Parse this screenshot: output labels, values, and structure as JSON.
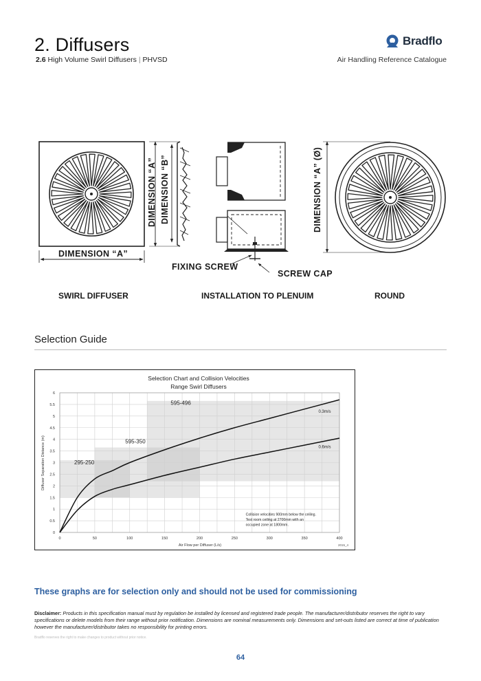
{
  "header": {
    "title": "2. Diffusers",
    "section_number": "2.6",
    "section_name": "High Volume Swirl Diffusers",
    "separator": "|",
    "product_code": "PHVSD",
    "brand": "Bradflo",
    "catalogue": "Air Handling Reference Catalogue"
  },
  "drawings": {
    "dim_a_bottom": "DIMENSION “A”",
    "dim_a_vertical": "DIMENSION “A”",
    "dim_b_vertical": "DIMENSION “B”",
    "dim_a_round": "DIMENSION “A” (Ø)",
    "fixing_screw": "FIXING SCREW",
    "screw_cap": "SCREW CAP",
    "captions": [
      "SWIRL DIFFUSER",
      "INSTALLATION TO PLENUIM",
      "ROUND"
    ]
  },
  "selection_guide": {
    "heading": "Selection Guide"
  },
  "chart_data": {
    "type": "line",
    "title": "Selection Chart and Collision Velocities",
    "subtitle": "Range Swirl Diffusers",
    "xlabel": "Air Flow per Diffuser (L/s)",
    "ylabel": "Diffuser Separation Distance (m)",
    "xlim": [
      0,
      400
    ],
    "ylim": [
      0,
      6
    ],
    "x_ticks": [
      "0",
      "50",
      "100",
      "150",
      "200",
      "250",
      "300",
      "350",
      "400"
    ],
    "y_ticks": [
      "0",
      "0.5",
      "1",
      "1.5",
      "2",
      "2.5",
      "3",
      "3.5",
      "4",
      "4.5",
      "5",
      "5.5",
      "6"
    ],
    "grid": true,
    "size_ranges": [
      {
        "label": "295-250",
        "x": [
          0,
          100
        ],
        "y": [
          1.5,
          3.1
        ]
      },
      {
        "label": "595-350",
        "x": [
          50,
          200
        ],
        "y": [
          1.5,
          3.65
        ]
      },
      {
        "label": "595-496",
        "x": [
          125,
          400
        ],
        "y": [
          2.2,
          5.65
        ]
      }
    ],
    "series": [
      {
        "name": "0.3m/s",
        "x": [
          0,
          25,
          50,
          75,
          100,
          150,
          200,
          250,
          300,
          350,
          400
        ],
        "y": [
          0,
          1.5,
          2.3,
          2.65,
          3.0,
          3.55,
          4.05,
          4.5,
          4.9,
          5.3,
          5.7
        ]
      },
      {
        "name": "0.6m/s",
        "x": [
          0,
          25,
          50,
          75,
          100,
          150,
          200,
          250,
          300,
          350,
          400
        ],
        "y": [
          0,
          0.95,
          1.55,
          1.85,
          2.05,
          2.45,
          2.8,
          3.15,
          3.45,
          3.75,
          4.05
        ]
      }
    ],
    "note_lines": [
      "Collision velocities 900mm below the ceiling.",
      "Test room ceiling at 2700mm with an",
      "occupied zone at 1800mm."
    ],
    "code": "2015_4"
  },
  "warning": "These graphs are for selection only and should not be used for commissioning",
  "disclaimer": {
    "label": "Disclaimer:",
    "text": "Products in this specification manual must by regulation be installed by licensed and registered trade people. The manufacturer/distributor reserves the right to vary specifications or delete models from their range without prior notification. Dimensions are nominal measurements only. Dimensions and set-outs listed are correct at time of publication however the manufacturer/distributor takes no responsibility for printing errors."
  },
  "footnote": "Bradflo reserves the right to make changes to product without prior notice.",
  "page_number": "64",
  "colors": {
    "accent": "#2d5fa0",
    "brand_dark": "#1f2d3d",
    "range_fill": "#d9d9d9",
    "range_fill_dark": "#c6c6c6"
  }
}
